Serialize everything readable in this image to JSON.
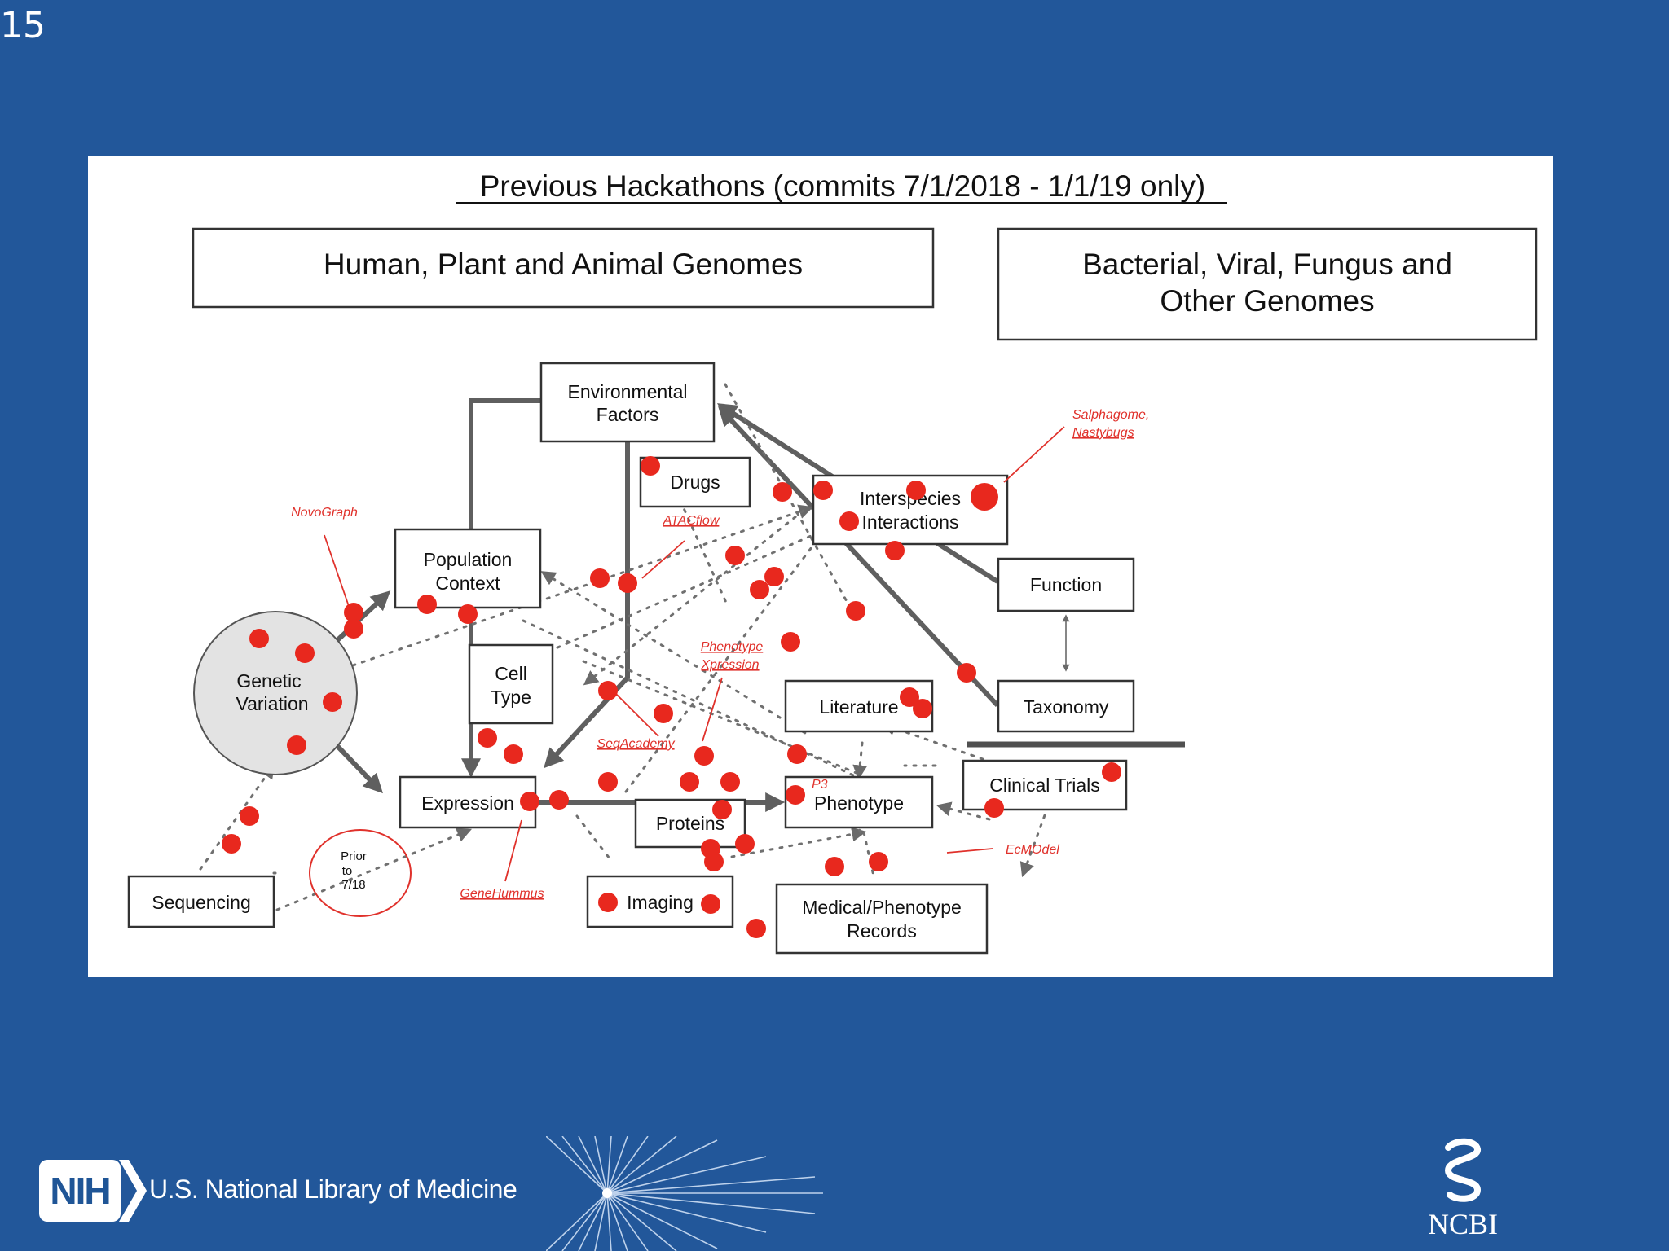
{
  "slide_number": "15",
  "figure": {
    "title": "Previous Hackathons (commits 7/1/2018 - 1/1/19 only)",
    "panels": {
      "left_line1": "Human, Plant and Animal Genomes",
      "right_line1": "Bacterial, Viral, Fungus and",
      "right_line2": "Other Genomes"
    },
    "nodes": {
      "environmental_factors": [
        "Environmental",
        "Factors"
      ],
      "drugs": "Drugs",
      "interspecies_interactions": [
        "Interspecies",
        "Interactions"
      ],
      "population_context": [
        "Population",
        "Context"
      ],
      "genetic_variation": [
        "Genetic",
        "Variation"
      ],
      "cell_type": [
        "Cell",
        "Type"
      ],
      "function": "Function",
      "taxonomy": "Taxonomy",
      "literature": "Literature",
      "expression": "Expression",
      "proteins": "Proteins",
      "phenotype": "Phenotype",
      "clinical_trials": "Clinical Trials",
      "sequencing": "Sequencing",
      "imaging": "Imaging",
      "medical_phenotype_records": [
        "Medical/Phenotype",
        "Records"
      ],
      "prior_note": [
        "Prior",
        "to",
        "7/18"
      ]
    },
    "project_labels": {
      "novograph": "NovoGraph",
      "atacflow": "ATACflow",
      "salphagome": "Salphagome,",
      "nastybugs": "Nastybugs",
      "phenotype_xpression_1": "Phenotype",
      "phenotype_xpression_2": "Xpression",
      "seqacademy": "SeqAcademy",
      "p3": "P3",
      "ecmodel": "EcMOdel",
      "genehummus": "GeneHummus"
    },
    "colors": {
      "background": "#22579a",
      "commit_dot": "#e8281e",
      "arrow": "#5f5f5f"
    }
  },
  "footer": {
    "nih_badge": "NIH",
    "organization": "U.S. National Library of Medicine",
    "ncbi_logo": "NCBI"
  }
}
